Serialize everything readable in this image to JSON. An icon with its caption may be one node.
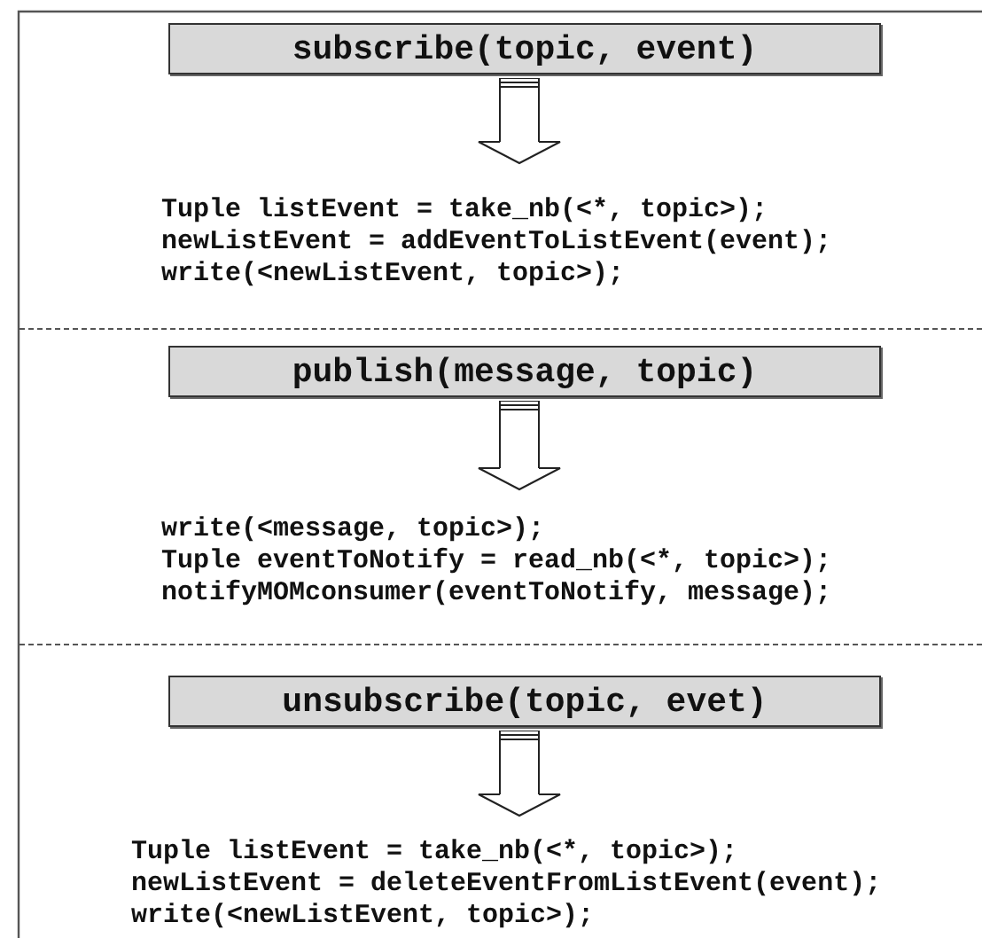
{
  "diagram": {
    "nodes": [
      {
        "text": [
          "subscribe(topic, event)"
        ]
      },
      {
        "text": [
          "Tuple listEvent = take_nb(<*, topic>);",
          "newListEvent = addEventToListEvent(event);",
          "write(<newListEvent, topic>);"
        ]
      },
      {
        "text": [
          "publish(message, topic)"
        ]
      },
      {
        "text": [
          "write(<message, topic>);",
          "Tuple eventToNotify = read_nb(<*, topic>);",
          "notifyMOMconsumer(eventToNotify, message);"
        ]
      },
      {
        "text": [
          "unsubscribe(topic, evet)"
        ]
      },
      {
        "text": [
          "Tuple listEvent = take_nb(<*, topic>);",
          "newListEvent = deleteEventFromListEvent(event);",
          "write(<newListEvent, topic>);"
        ]
      }
    ],
    "edges": [
      {
        "from": 0,
        "to": 1,
        "arrow": "to"
      },
      {
        "from": 2,
        "to": 3,
        "arrow": "to"
      },
      {
        "from": 4,
        "to": 5,
        "arrow": "to"
      }
    ]
  }
}
